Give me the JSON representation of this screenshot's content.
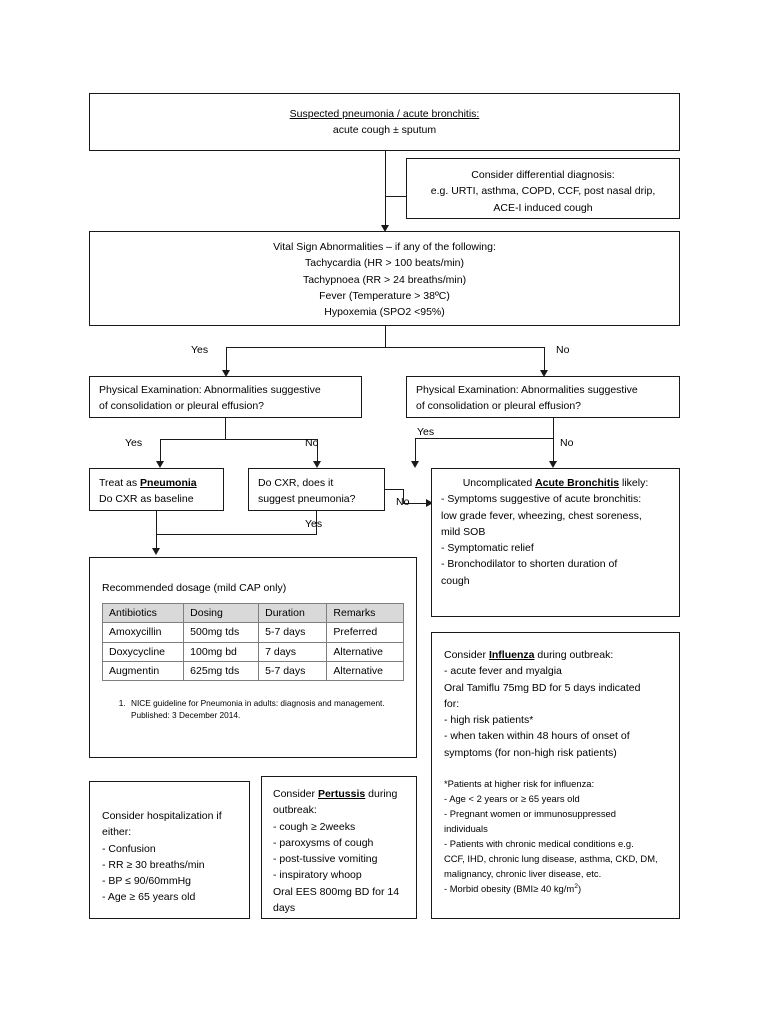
{
  "title": "Suspected pneumonia / acute bronchitis pathway",
  "nodes": {
    "start": {
      "line1": "Suspected pneumonia / acute bronchitis:",
      "line2": "acute cough ± sputum"
    },
    "differential": {
      "line1": "Consider differential diagnosis:",
      "line2": "e.g. URTI, asthma, COPD, CCF, post nasal drip,",
      "line3": "ACE-I induced cough"
    },
    "vitals": {
      "line1": "Vital Sign Abnormalities – if any of the following:",
      "line2": "Tachycardia (HR > 100 beats/min)",
      "line3": "Tachypnoea (RR > 24 breaths/min)",
      "line4": "Fever (Temperature > 38ºC)",
      "line5": "Hypoxemia (SPO2 <95%)"
    },
    "pe_left": {
      "line1": "Physical Examination: Abnormalities suggestive",
      "line2": "of consolidation or pleural effusion?"
    },
    "pe_right": {
      "line1": "Physical Examination: Abnormalities suggestive",
      "line2": "of consolidation or pleural effusion?"
    },
    "treat_pneumonia": {
      "line1_pre": "Treat as ",
      "line1_em": "Pneumonia",
      "line2": "Do CXR as baseline"
    },
    "do_cxr": {
      "line1": "Do CXR, does it",
      "line2": "suggest pneumonia?"
    },
    "bronchitis": {
      "heading_pre": "Uncomplicated ",
      "heading_em": "Acute Bronchitis",
      "heading_post": " likely:",
      "line1": "- Symptoms suggestive of acute bronchitis:",
      "line2": "low grade fever, wheezing, chest soreness,",
      "line3": "mild SOB",
      "line4": "- Symptomatic relief",
      "line5": "- Bronchodilator to shorten duration of",
      "line6": "cough"
    },
    "dosage": {
      "caption": "Recommended dosage (mild CAP only)",
      "reference_line1": "NICE guideline for Pneumonia in adults: diagnosis and management.",
      "reference_line2": "Published: 3 December 2014."
    },
    "influenza": {
      "line1_pre": "Consider ",
      "line1_em": "Influenza",
      "line1_post": " during outbreak:",
      "line2": "- acute fever and myalgia",
      "line3": "Oral Tamiflu 75mg BD for 5 days indicated",
      "line4": "for:",
      "line5": "- high risk patients*",
      "line6": "- when taken within 48 hours of onset of",
      "line7": "symptoms (for non-high risk patients)"
    },
    "high_risk": {
      "line1": "*Patients at higher risk for influenza:",
      "line2": "- Age < 2 years or ≥ 65 years old",
      "line3": "- Pregnant women or immunosuppressed",
      "line4": "individuals",
      "line5": "- Patients with chronic medical conditions e.g.",
      "line6": "CCF, IHD, chronic lung disease, asthma, CKD, DM,",
      "line7": "malignancy, chronic liver disease, etc.",
      "line8_pre": "- Morbid obesity (BMI≥ 40 kg/m",
      "line8_sup": "2",
      "line8_post": ")"
    },
    "hospitalization": {
      "line1": "Consider hospitalization if",
      "line2": "either:",
      "line3": "- Confusion",
      "line4": "- RR ≥ 30 breaths/min",
      "line5": "- BP ≤ 90/60mmHg",
      "line6": "- Age ≥ 65 years old"
    },
    "pertussis": {
      "line1_pre": "Consider ",
      "line1_em": "Pertussis",
      "line1_post": " during",
      "line2": "outbreak:",
      "line3": "- cough ≥ 2weeks",
      "line4": "- paroxysms of cough",
      "line5": "- post-tussive vomiting",
      "line6": "- inspiratory whoop",
      "line7": "Oral EES 800mg BD for 14",
      "line8": "days"
    }
  },
  "edge_labels": {
    "vitals_yes": "Yes",
    "vitals_no": "No",
    "pe_left_yes": "Yes",
    "pe_left_no": "No",
    "pe_right_yes": "Yes",
    "pe_right_no": "No",
    "cxr_no": "No",
    "cxr_yes": "Yes"
  },
  "chart_data": {
    "type": "table",
    "title": "Recommended dosage (mild CAP only)",
    "columns": [
      "Antibiotics",
      "Dosing",
      "Duration",
      "Remarks"
    ],
    "rows": [
      [
        "Amoxycillin",
        "500mg tds",
        "5-7 days",
        "Preferred"
      ],
      [
        "Doxycycline",
        "100mg bd",
        "7 days",
        "Alternative"
      ],
      [
        "Augmentin",
        "625mg tds",
        "5-7 days",
        "Alternative"
      ]
    ]
  },
  "colors": {
    "stroke": "#1a1a1a",
    "table_header_bg": "#d9d9d9",
    "table_border": "#7f7f7f",
    "page_bg": "#ffffff"
  }
}
